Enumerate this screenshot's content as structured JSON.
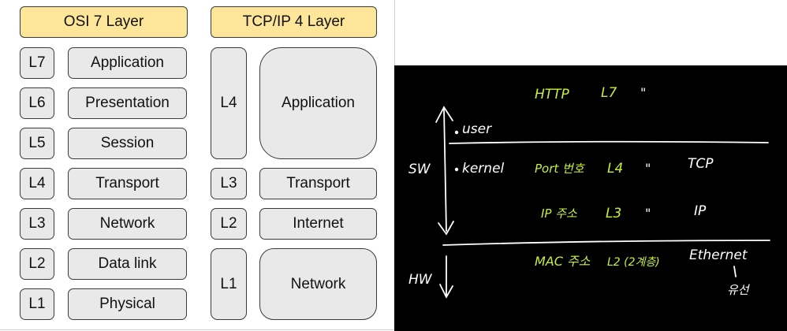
{
  "osi": {
    "header": "OSI 7 Layer",
    "layers": [
      {
        "id": "L7",
        "name": "Application"
      },
      {
        "id": "L6",
        "name": "Presentation"
      },
      {
        "id": "L5",
        "name": "Session"
      },
      {
        "id": "L4",
        "name": "Transport"
      },
      {
        "id": "L3",
        "name": "Network"
      },
      {
        "id": "L2",
        "name": "Data link"
      },
      {
        "id": "L1",
        "name": "Physical"
      }
    ]
  },
  "tcpip": {
    "header": "TCP/IP 4 Layer",
    "layers": [
      {
        "id": "L4",
        "name": "Application"
      },
      {
        "id": "L3",
        "name": "Transport"
      },
      {
        "id": "L2",
        "name": "Internet"
      },
      {
        "id": "L1",
        "name": "Network"
      }
    ]
  },
  "notes": {
    "sw_label": "SW",
    "hw_label": "HW",
    "user_label": "user",
    "kernel_label": "kernel",
    "http": "HTTP",
    "l7": "L7",
    "ditto": "\"",
    "port": "Port 번호",
    "l4": "L4",
    "tcp": "TCP",
    "ip_addr": "IP 주소",
    "l3": "L3",
    "ip": "IP",
    "mac": "MAC 주소",
    "l2": "L2 (2계층)",
    "ethernet": "Ethernet",
    "ethernet_sub": "유선",
    "colors": {
      "green": "#c8ef3a",
      "white": "#ffffff"
    }
  }
}
